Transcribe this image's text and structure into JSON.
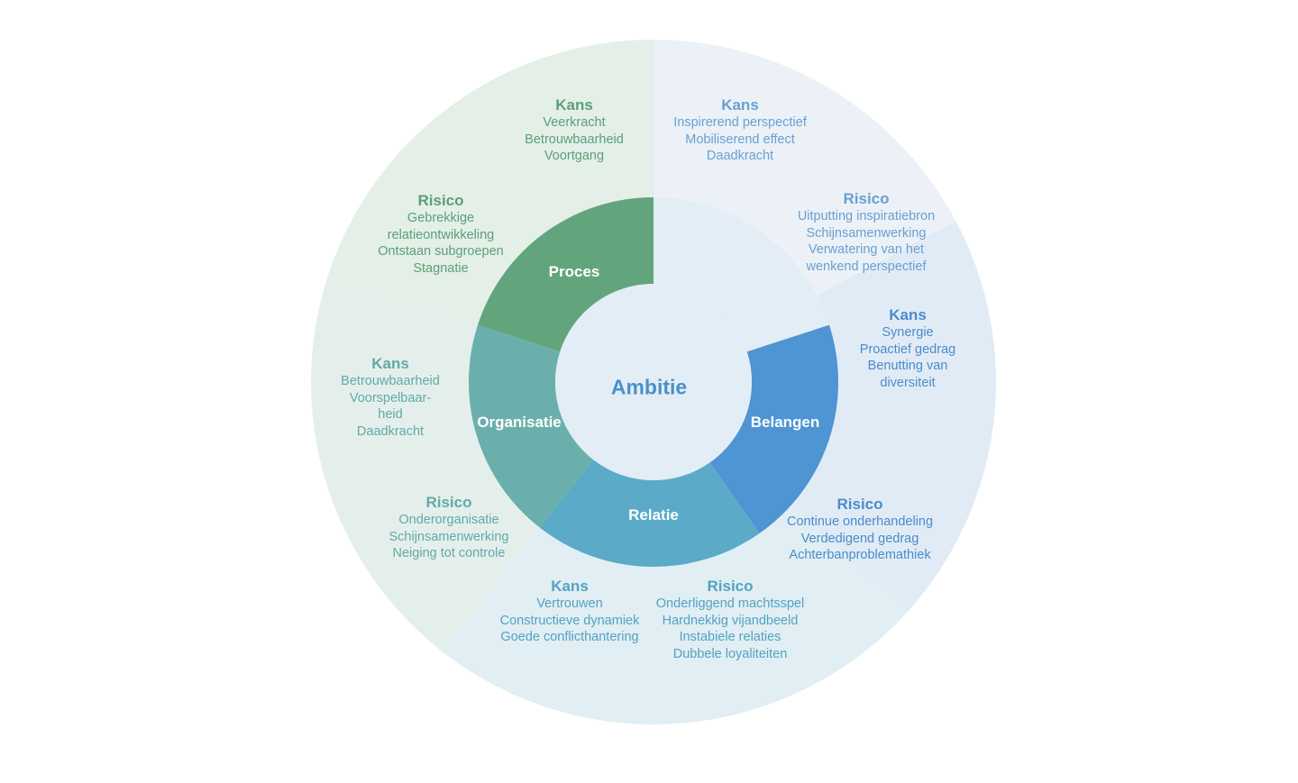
{
  "center": {
    "label": "Ambitie",
    "color": "#4a90c8",
    "fill": "#e3edf6"
  },
  "segments": [
    {
      "key": "proces",
      "label": "Proces",
      "color": "#62a57d",
      "outer": "#e4efe8",
      "text": "#5ba077"
    },
    {
      "key": "belangen",
      "label": "Belangen",
      "color": "#4f94d3",
      "outer": "#e1ebf6",
      "text": "#4a8ccb"
    },
    {
      "key": "relatie",
      "label": "Relatie",
      "color": "#5aaac8",
      "outer": "#e1eef3",
      "text": "#52a3c2"
    },
    {
      "key": "organisatie",
      "label": "Organisatie",
      "color": "#6aafab",
      "outer": "#e4efec",
      "text": "#62aaa6"
    }
  ],
  "top_right_outer": "#ebf1f7",
  "groups": [
    {
      "key": "proces-kans",
      "color": "#5ba077",
      "heading": "Kans",
      "lines": [
        "Veerkracht",
        "Betrouwbaarheid",
        "Voortgang"
      ]
    },
    {
      "key": "proces-risico",
      "color": "#5ba077",
      "heading": "Risico",
      "lines": [
        "Gebrekkige",
        "relatieontwikkeling",
        "Ontstaan subgroepen",
        "Stagnatie"
      ]
    },
    {
      "key": "ambitie-kans",
      "color": "#6a9fd0",
      "heading": "Kans",
      "lines": [
        "Inspirerend perspectief",
        "Mobiliserend effect",
        "Daadkracht"
      ]
    },
    {
      "key": "ambitie-risico",
      "color": "#6a9fd0",
      "heading": "Risico",
      "lines": [
        "Uitputting inspiratiebron",
        "Schijnsamenwerking",
        "Verwatering van het",
        "wenkend perspectief"
      ]
    },
    {
      "key": "belangen-kans",
      "color": "#4a8ccb",
      "heading": "Kans",
      "lines": [
        "Synergie",
        "Proactief gedrag",
        "Benutting van",
        "diversiteit"
      ]
    },
    {
      "key": "belangen-risico",
      "color": "#4a8ccb",
      "heading": "Risico",
      "lines": [
        "Continue onderhandeling",
        "Verdedigend gedrag",
        "Achterbanproblemathiek"
      ]
    },
    {
      "key": "relatie-kans",
      "color": "#52a3c2",
      "heading": "Kans",
      "lines": [
        "Vertrouwen",
        "Constructieve dynamiek",
        "Goede conflicthantering"
      ]
    },
    {
      "key": "relatie-risico",
      "color": "#52a3c2",
      "heading": "Risico",
      "lines": [
        "Onderliggend machtsspel",
        "Hardnekkig vijandbeeld",
        "Instabiele relaties",
        "Dubbele loyaliteiten"
      ]
    },
    {
      "key": "organisatie-kans",
      "color": "#62aaa6",
      "heading": "Kans",
      "lines": [
        "Betrouwbaarheid",
        "Voorspelbaar-",
        "heid",
        "Daadkracht"
      ]
    },
    {
      "key": "organisatie-risico",
      "color": "#62aaa6",
      "heading": "Risico",
      "lines": [
        "Onderorganisatie",
        "Schijnsamenwerking",
        "Neiging tot controle"
      ]
    }
  ]
}
